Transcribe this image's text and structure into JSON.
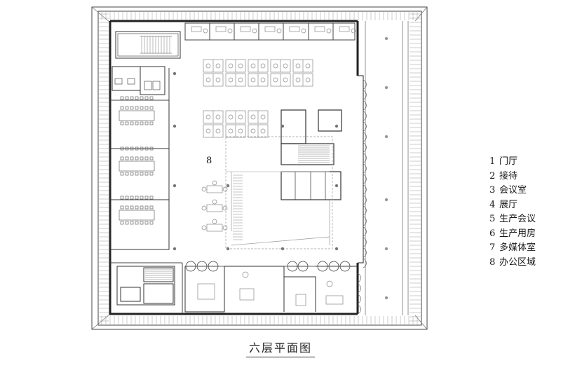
{
  "legend": [
    {
      "num": "1",
      "label": "门厅"
    },
    {
      "num": "2",
      "label": "接待"
    },
    {
      "num": "3",
      "label": "会议室"
    },
    {
      "num": "4",
      "label": "展厅"
    },
    {
      "num": "5",
      "label": "生产会议"
    },
    {
      "num": "6",
      "label": "生产用房"
    },
    {
      "num": "7",
      "label": "多媒体室"
    },
    {
      "num": "8",
      "label": "办公区域"
    }
  ],
  "area_label": "8",
  "title": "六层平面图",
  "colors": {
    "wall": "#333333",
    "line": "#666666",
    "light": "#aaaaaa",
    "furniture": "#888888"
  }
}
